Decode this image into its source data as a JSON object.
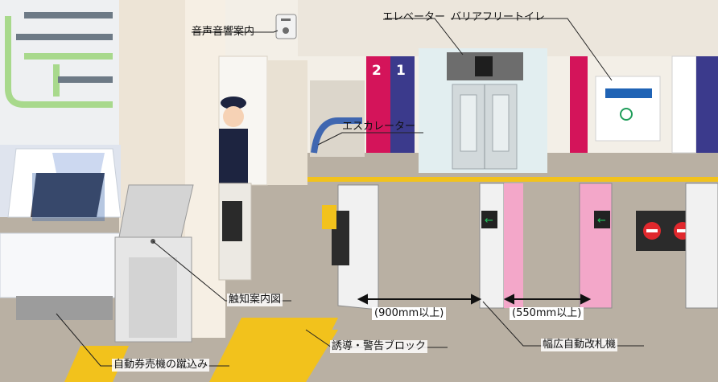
{
  "labels": {
    "audio_guide": "音声音響案内",
    "elevator": "エレベーター",
    "barrier_free_toilet": "バリアフリートイレ",
    "escalator": "エスカレーター",
    "tactile_map": "触知案内図",
    "guide_blocks": "誘導・警告ブロック",
    "wide_gate": "幅広自動改札機",
    "ticket_machine_kick": "自動券売機の蹴込み"
  },
  "dimensions": {
    "wide_passage": "(900mm以上)",
    "standard_passage": "(550mm以上)"
  },
  "signs": {
    "platform_left": "2",
    "platform_right": "1"
  },
  "colors": {
    "floor": "#b9b0a3",
    "tactile_yellow": "#f2c21c",
    "toilet_magenta": "#d4145a",
    "navy": "#3b3a8c",
    "gate_pink": "#f3a7c9",
    "map_green": "#a8d98c",
    "stop_red": "#e0282d"
  },
  "icons": {
    "speaker": "speaker-icon",
    "elevator_sign": "elevator-sign-icon",
    "toilet_sign": "toilet-sign-icon",
    "gate_arrow": "green-arrow-icon",
    "no_entry": "no-entry-icon"
  }
}
